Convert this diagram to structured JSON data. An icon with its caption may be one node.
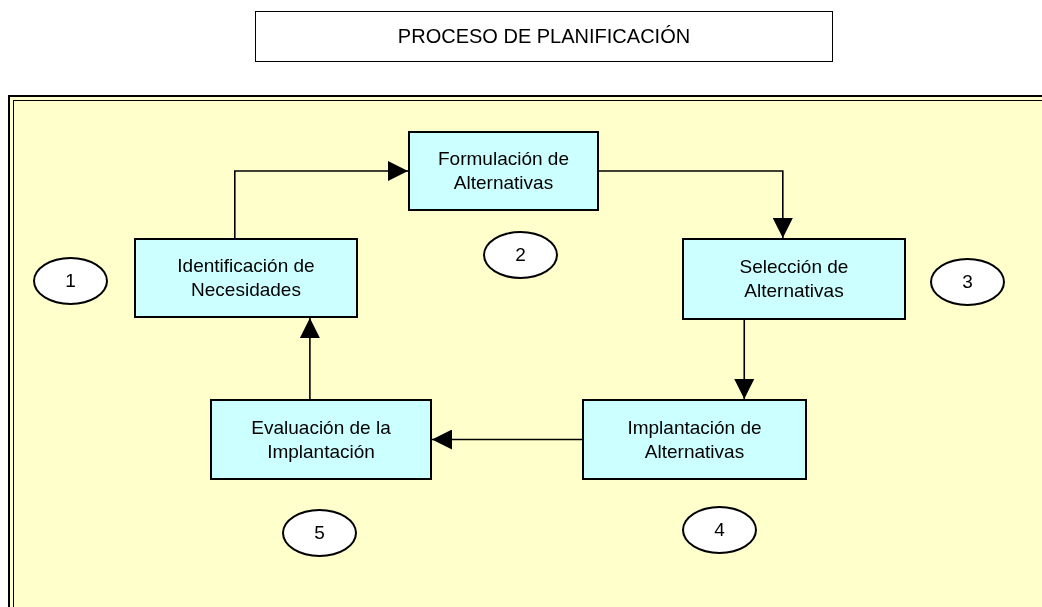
{
  "diagram": {
    "title": "PROCESO DE PLANIFICACIÓN",
    "nodes": [
      {
        "text": [
          "Formulación de Alternativas"
        ]
      },
      {
        "text": [
          "1"
        ]
      },
      {
        "text": [
          "Identificación de Necesidades"
        ]
      },
      {
        "text": [
          "2"
        ]
      },
      {
        "text": [
          "Selección de Alternativas"
        ]
      },
      {
        "text": [
          "3"
        ]
      },
      {
        "text": [
          "Evaluación de la Implantación"
        ]
      },
      {
        "text": [
          "Implantación de Alternativas"
        ]
      },
      {
        "text": [
          "5"
        ]
      },
      {
        "text": [
          "4"
        ]
      }
    ],
    "edges": [
      {
        "from": 2,
        "to": 0,
        "arrow": "to"
      },
      {
        "from": 0,
        "to": 4,
        "arrow": "to"
      },
      {
        "from": 4,
        "to": 7,
        "arrow": "to"
      },
      {
        "from": 7,
        "to": 6,
        "arrow": "to"
      },
      {
        "from": 6,
        "to": 2,
        "arrow": "to"
      }
    ]
  }
}
